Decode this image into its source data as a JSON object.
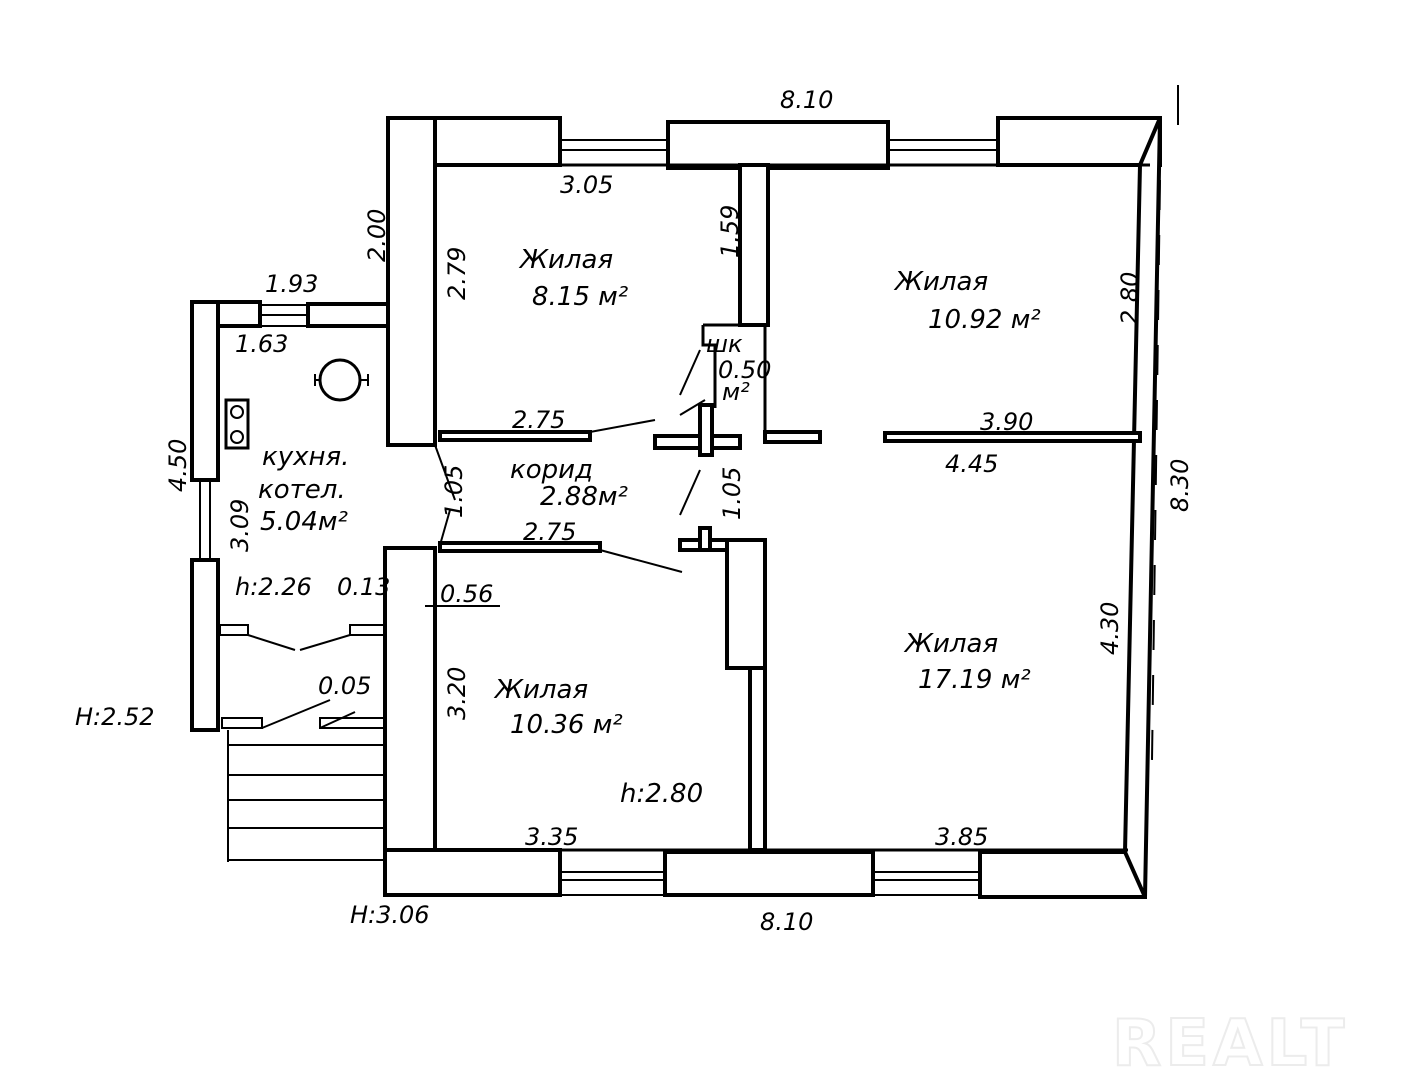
{
  "rooms": {
    "living1": {
      "name": "Жилая",
      "area": "8.15 м²"
    },
    "living2": {
      "name": "Жилая",
      "area": "10.92 м²"
    },
    "living3": {
      "name": "Жилая",
      "area": "10.36 м²"
    },
    "living4": {
      "name": "Жилая",
      "area": "17.19 м²"
    },
    "kitchen": {
      "name1": "кухня.",
      "name2": "котел.",
      "area": "5.04м²"
    },
    "corridor": {
      "name": "корид",
      "area": "2.88м²"
    },
    "closet": {
      "name": "шк",
      "area": "0.50",
      "unit": "м²"
    }
  },
  "dimensions": {
    "top_total": "8.10",
    "bottom_total": "8.10",
    "right_total": "8.30",
    "left_upper": "2.00",
    "room1_top": "3.05",
    "room1_left": "2.79",
    "room1_partition": "1.59",
    "room2_right": "2.80",
    "corr_top": "2.75",
    "corr_bottom": "2.75",
    "door_left": "1.05",
    "door_right": "1.05",
    "room2_bottom": "3.90",
    "room4_top": "4.45",
    "room4_right": "4.30",
    "room4_bottom": "3.85",
    "room3_left": "3.20",
    "room3_bottom": "3.35",
    "room3_height": "h:2.80",
    "offset": "0.56",
    "kitchen_top_outer": "1.93",
    "kitchen_top_inner": "1.63",
    "kitchen_left_outer": "4.50",
    "kitchen_left_inner": "3.09",
    "kitchen_height": "h:2.26",
    "step1": "0.13",
    "step2": "0.05",
    "H_left": "H:2.52",
    "H_bottom": "H:3.06"
  },
  "watermark": "REALT"
}
